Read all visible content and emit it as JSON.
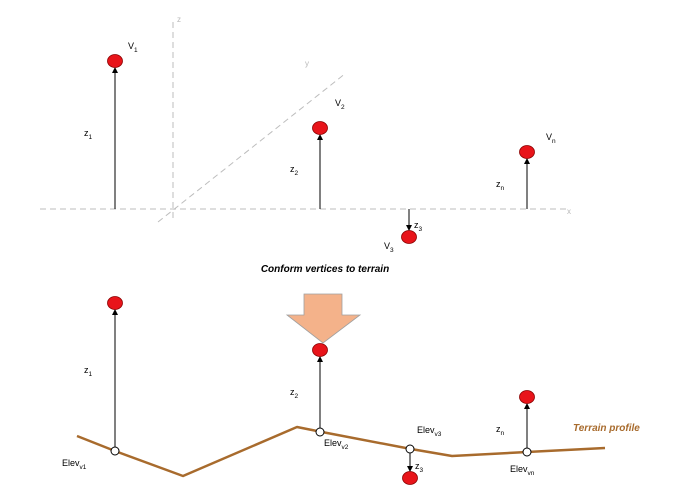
{
  "axes": {
    "z": "z",
    "y": "y",
    "x": "x"
  },
  "caption": "Conform vertices to terrain",
  "terrain_label": "Terrain profile",
  "colors": {
    "vertex_fill": "#e8141a",
    "arrow_fill": "#f4b28a",
    "arrow_stroke": "#a0a0a0",
    "terrain": "#a86b2d",
    "axis": "#bdbdbd"
  },
  "top": {
    "vertices": [
      {
        "name": "V",
        "sub": "1"
      },
      {
        "name": "V",
        "sub": "2"
      },
      {
        "name": "V",
        "sub": "3"
      },
      {
        "name": "V",
        "sub": "n"
      }
    ],
    "heights": [
      {
        "name": "z",
        "sub": "1"
      },
      {
        "name": "z",
        "sub": "2"
      },
      {
        "name": "z",
        "sub": "3"
      },
      {
        "name": "z",
        "sub": "n"
      }
    ]
  },
  "bottom": {
    "heights": [
      {
        "name": "z",
        "sub": "1"
      },
      {
        "name": "z",
        "sub": "2"
      },
      {
        "name": "z",
        "sub": "3"
      },
      {
        "name": "z",
        "sub": "n"
      }
    ],
    "elevations": [
      {
        "name": "Elev",
        "sub": "v1"
      },
      {
        "name": "Elev",
        "sub": "v2"
      },
      {
        "name": "Elev",
        "sub": "v3"
      },
      {
        "name": "Elev",
        "sub": "vn"
      }
    ]
  }
}
